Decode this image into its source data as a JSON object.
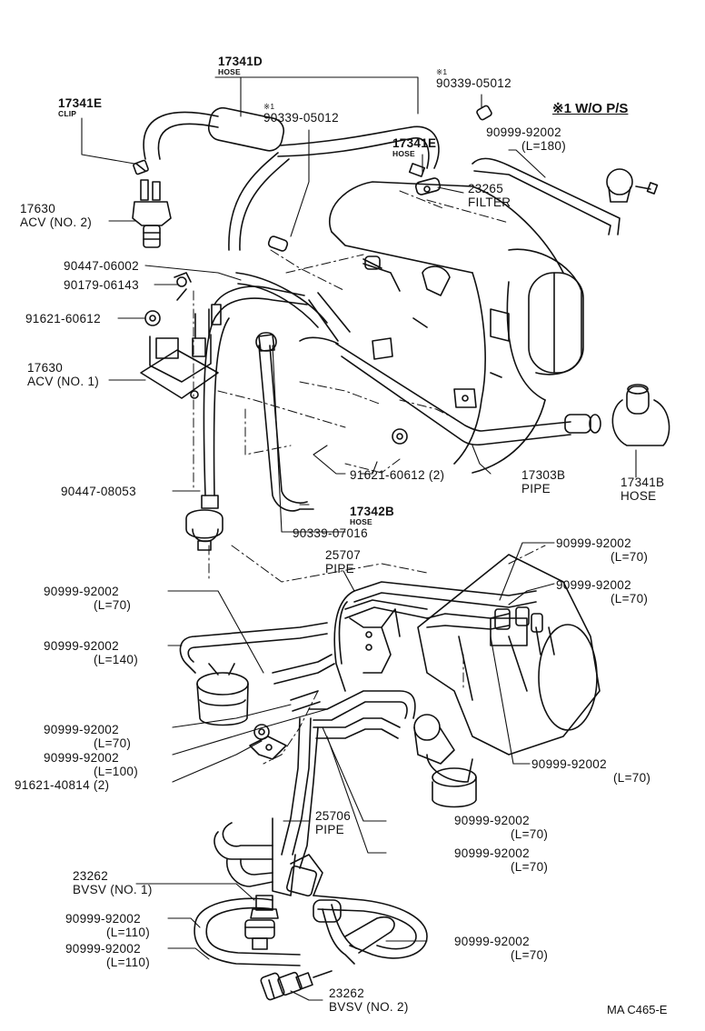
{
  "note": "※1 W/O P/S",
  "drawing_code": "MA C465-E",
  "parts": {
    "p17341d": {
      "pn": "17341D",
      "name": "HOSE"
    },
    "p17341e_top": {
      "pn": "17341E",
      "name": "CLIP"
    },
    "p17341e_right": {
      "pn": "17341E",
      "name": "HOSE"
    },
    "p90339_05012_a": {
      "mark": "※1",
      "pn": "90339-05012"
    },
    "p90339_05012_b": {
      "mark": "※1",
      "pn": "90339-05012"
    },
    "p90999_l180": {
      "pn": "90999-92002",
      "len": "(L=180)"
    },
    "p23265": {
      "pn": "23265",
      "name": "FILTER"
    },
    "p17630_no2": {
      "pn": "17630",
      "name": "ACV (NO. 2)"
    },
    "p90447_06002": {
      "pn": "90447-06002"
    },
    "p90179_06143": {
      "pn": "90179-06143"
    },
    "p91621_60612": {
      "pn": "91621-60612"
    },
    "p17630_no1": {
      "pn": "17630",
      "name": "ACV (NO. 1)"
    },
    "p91621_60612_2": {
      "pn": "91621-60612 (2)"
    },
    "p17303b": {
      "pn": "17303B",
      "name": "PIPE"
    },
    "p17341b": {
      "pn": "17341B",
      "name": "HOSE"
    },
    "p90447_08053": {
      "pn": "90447-08053"
    },
    "p17342b": {
      "pn": "17342B",
      "name": "HOSE"
    },
    "p90339_07016": {
      "pn": "90339-07016"
    },
    "p25707": {
      "pn": "25707",
      "name": "PIPE"
    },
    "r_l70_a": {
      "pn": "90999-92002",
      "len": "(L=70)"
    },
    "r_l70_b": {
      "pn": "90999-92002",
      "len": "(L=70)"
    },
    "l_l70_a": {
      "pn": "90999-92002",
      "len": "(L=70)"
    },
    "l_l140": {
      "pn": "90999-92002",
      "len": "(L=140)"
    },
    "l_l70_b": {
      "pn": "90999-92002",
      "len": "(L=70)"
    },
    "l_l100": {
      "pn": "90999-92002",
      "len": "(L=100)"
    },
    "p91621_40814": {
      "pn": "91621-40814 (2)"
    },
    "r_l70_c": {
      "pn": "90999-92002",
      "len": "(L=70)"
    },
    "p25706": {
      "pn": "25706",
      "name": "PIPE"
    },
    "r_l70_d": {
      "pn": "90999-92002",
      "len": "(L=70)"
    },
    "r_l70_e": {
      "pn": "90999-92002",
      "len": "(L=70)"
    },
    "p23262_no1": {
      "pn": "23262",
      "name": "BVSV (NO. 1)"
    },
    "l_l110_a": {
      "pn": "90999-92002",
      "len": "(L=110)"
    },
    "l_l110_b": {
      "pn": "90999-92002",
      "len": "(L=110)"
    },
    "r_l70_f": {
      "pn": "90999-92002",
      "len": "(L=70)"
    },
    "p23262_no2": {
      "pn": "23262",
      "name": "BVSV (NO. 2)"
    }
  },
  "icons": [
    "acv-valve-icon",
    "bvsv-valve-icon",
    "filter-icon",
    "intake-manifold-icon",
    "throttle-body-icon",
    "egr-valve-icon",
    "vacuum-hose-icon"
  ]
}
